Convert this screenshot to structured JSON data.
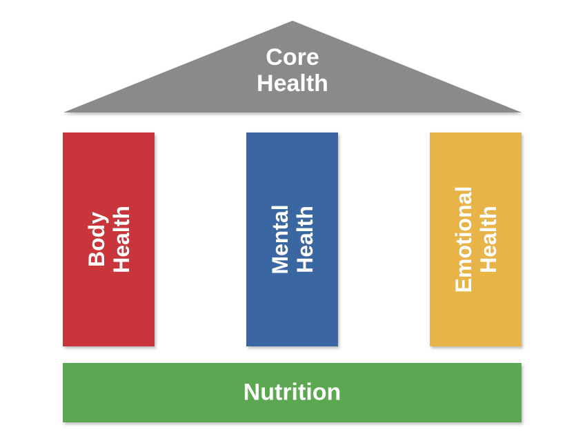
{
  "colors": {
    "roof": "#8a8a8a",
    "body": "#c8353b",
    "mental": "#3a66a1",
    "emotional": "#e8b448",
    "nutrition": "#5ca752"
  },
  "roof": {
    "line1": "Core",
    "line2": "Health"
  },
  "pillars": [
    {
      "line1": "Body",
      "line2": "Health"
    },
    {
      "line1": "Mental",
      "line2": "Health"
    },
    {
      "line1": "Emotional",
      "line2": "Health"
    }
  ],
  "base": {
    "label": "Nutrition"
  }
}
